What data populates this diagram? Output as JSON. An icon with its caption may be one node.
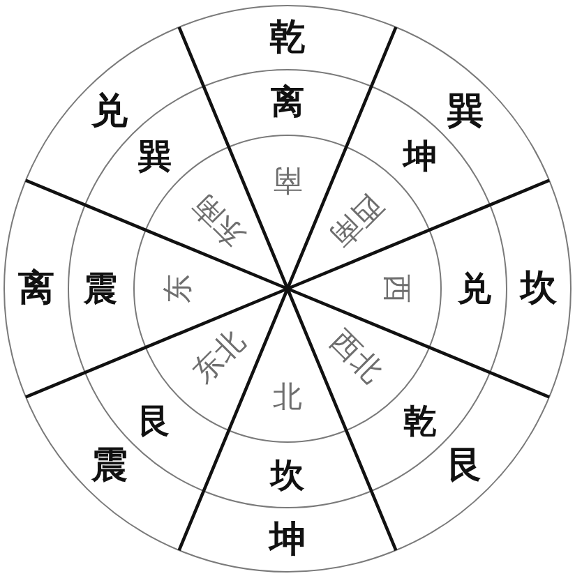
{
  "diagram": {
    "labels": [
      "乾",
      "兑",
      "离",
      "巽",
      "巽",
      "坤",
      "南",
      "东南",
      "西南",
      "离",
      "震",
      "东",
      "西",
      "兑",
      "坎",
      "东北",
      "西北",
      "北",
      "艮",
      "乾",
      "震",
      "坎",
      "艮",
      "坤"
    ]
  }
}
